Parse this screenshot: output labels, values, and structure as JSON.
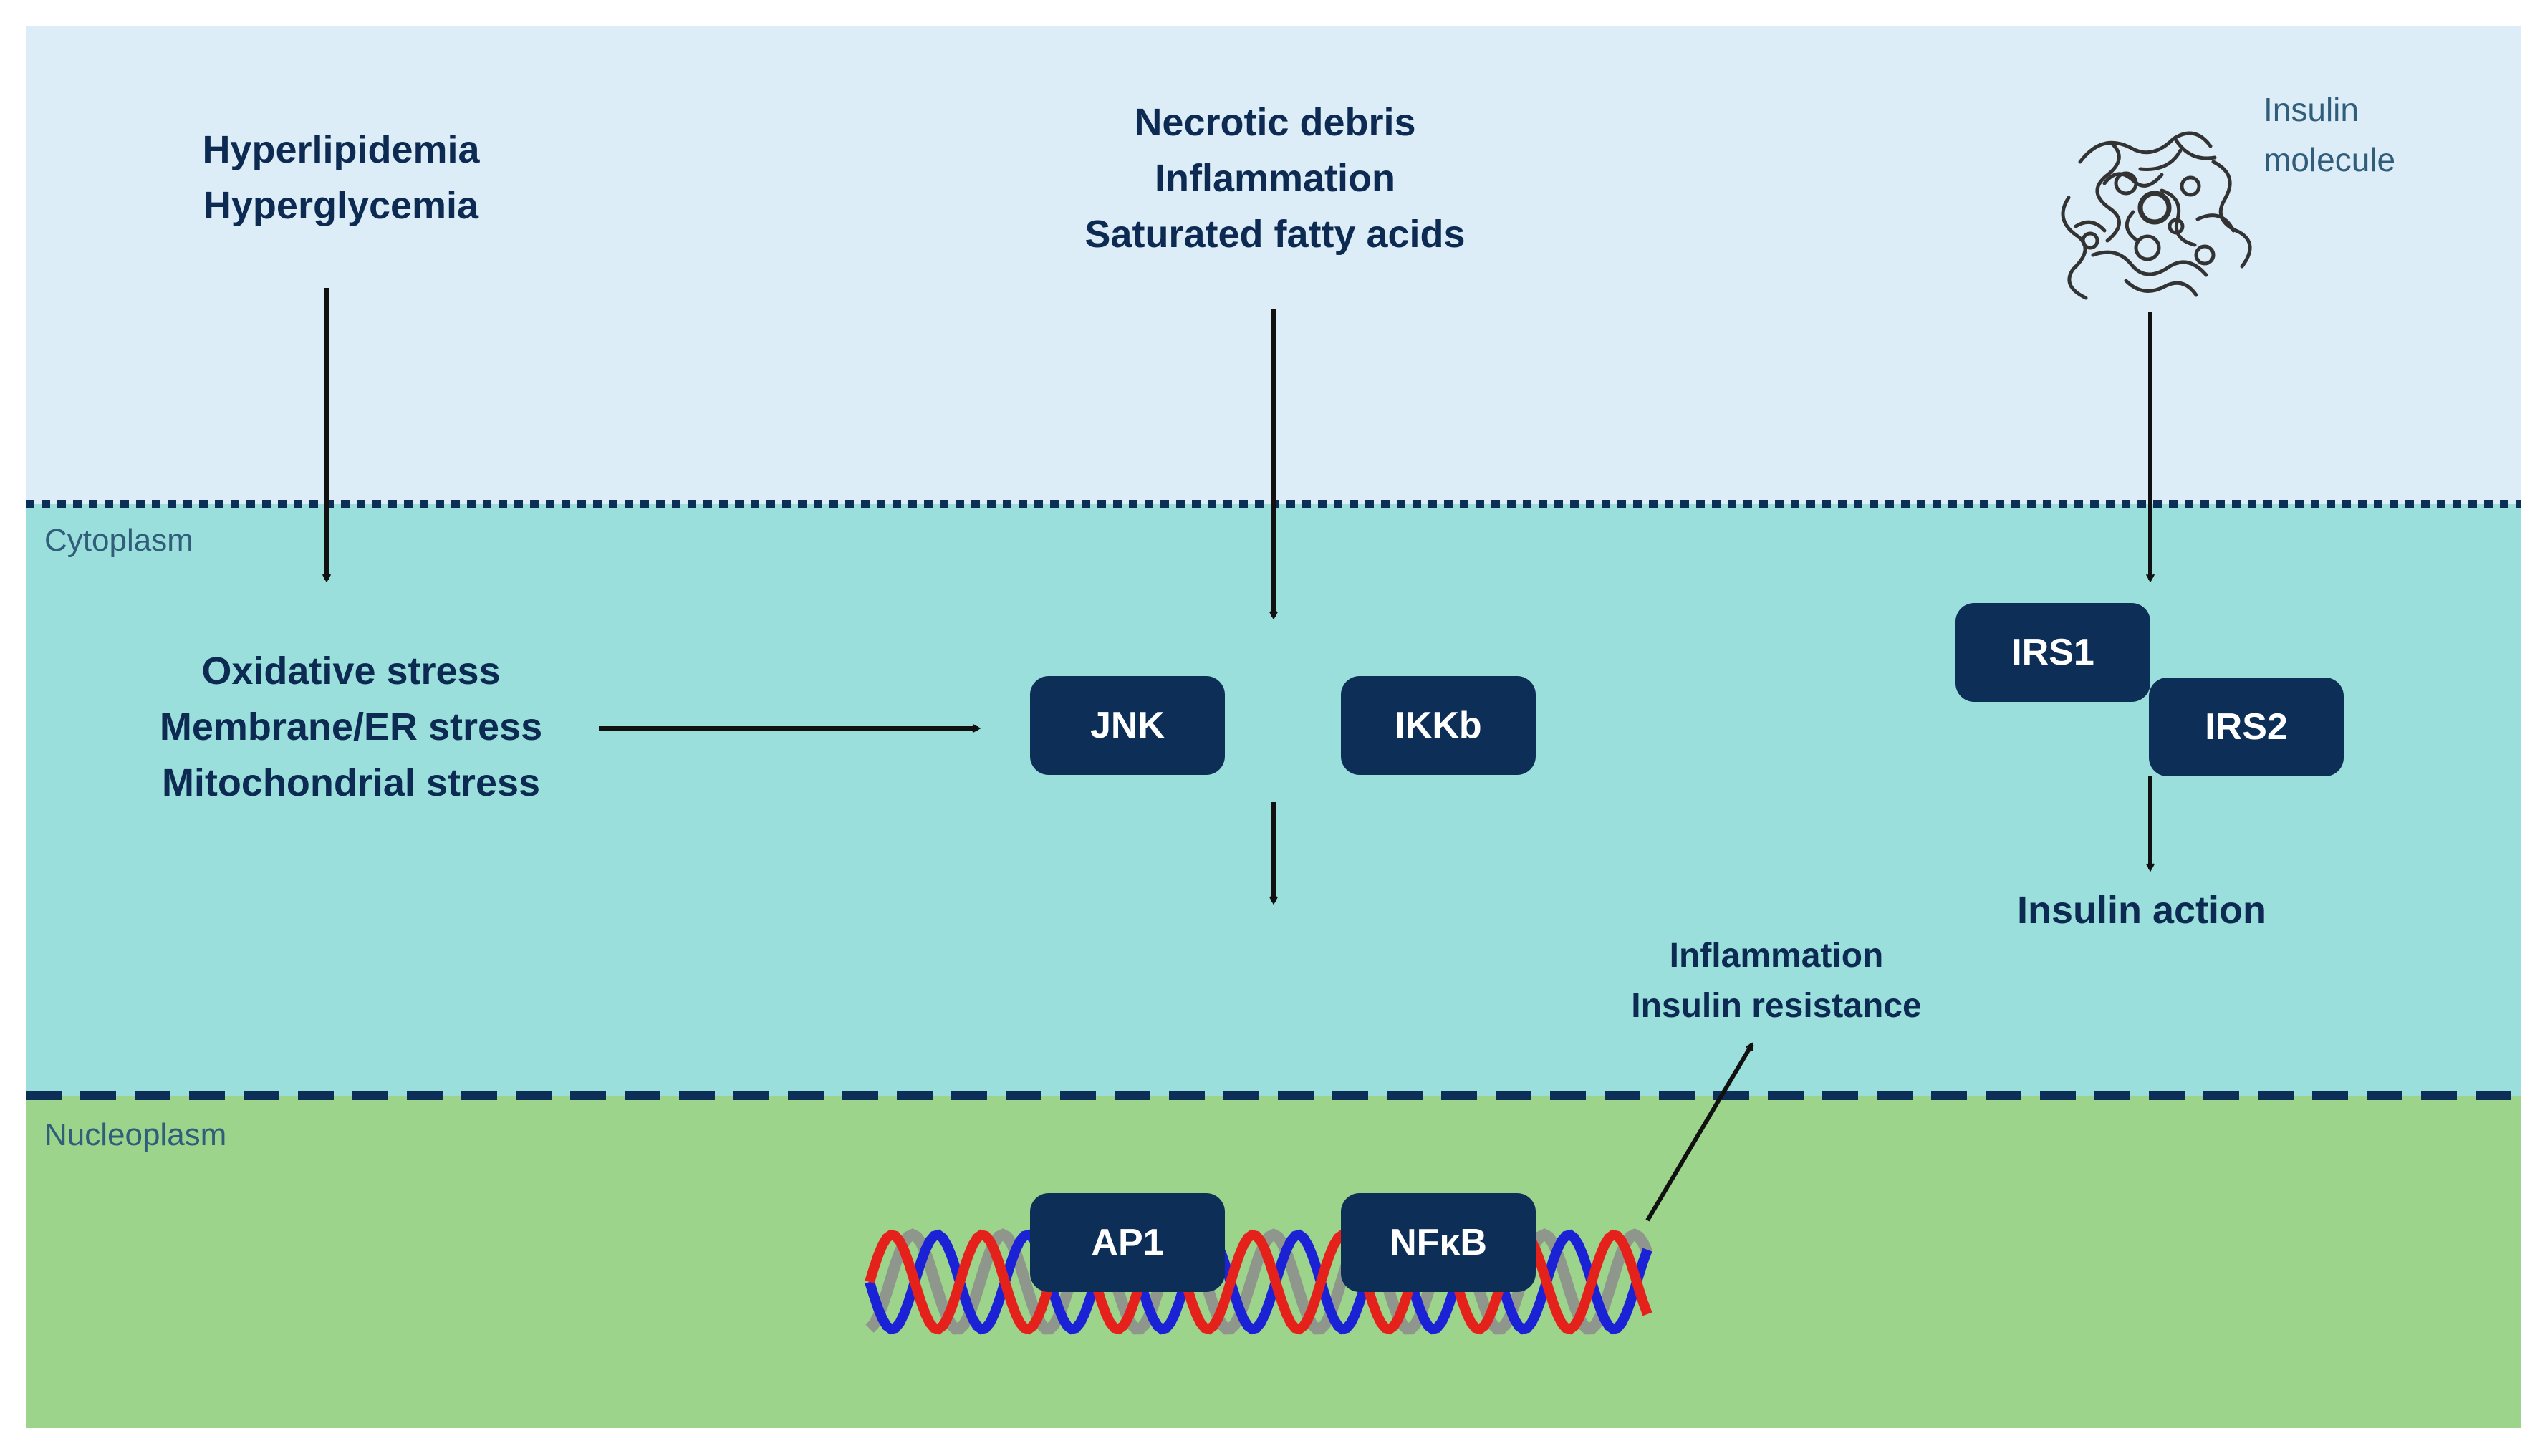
{
  "regions": {
    "cytoplasm": "Cytoplasm",
    "nucleoplasm": "Nucleoplasm"
  },
  "inputs": {
    "metabolic": [
      "Hyperlipidemia",
      "Hyperglycemia"
    ],
    "damage": [
      "Necrotic debris",
      "Inflammation",
      "Saturated fatty acids"
    ],
    "insulin": [
      "Insulin",
      "molecule"
    ]
  },
  "stresses": [
    "Oxidative stress",
    "Membrane/ER stress",
    "Mitochondrial stress"
  ],
  "kinases": {
    "jnk": "JNK",
    "ikkb": "IKKb"
  },
  "receptors": {
    "irs1": "IRS1",
    "irs2": "IRS2"
  },
  "insulin_action": "Insulin action",
  "outcomes": [
    "Inflammation",
    "Insulin resistance"
  ],
  "transcription_factors": {
    "ap1": "AP1",
    "nfkb": "NFκB"
  },
  "colors": {
    "extracellular": "#dcedf8",
    "cytoplasm": "#9adfdc",
    "nucleoplasm": "#9dd48b",
    "node": "#0d2f57",
    "text": "#0d2b52",
    "dna_red": "#e4221b",
    "dna_blue": "#1b22d6",
    "dna_grey": "#8f978c"
  }
}
